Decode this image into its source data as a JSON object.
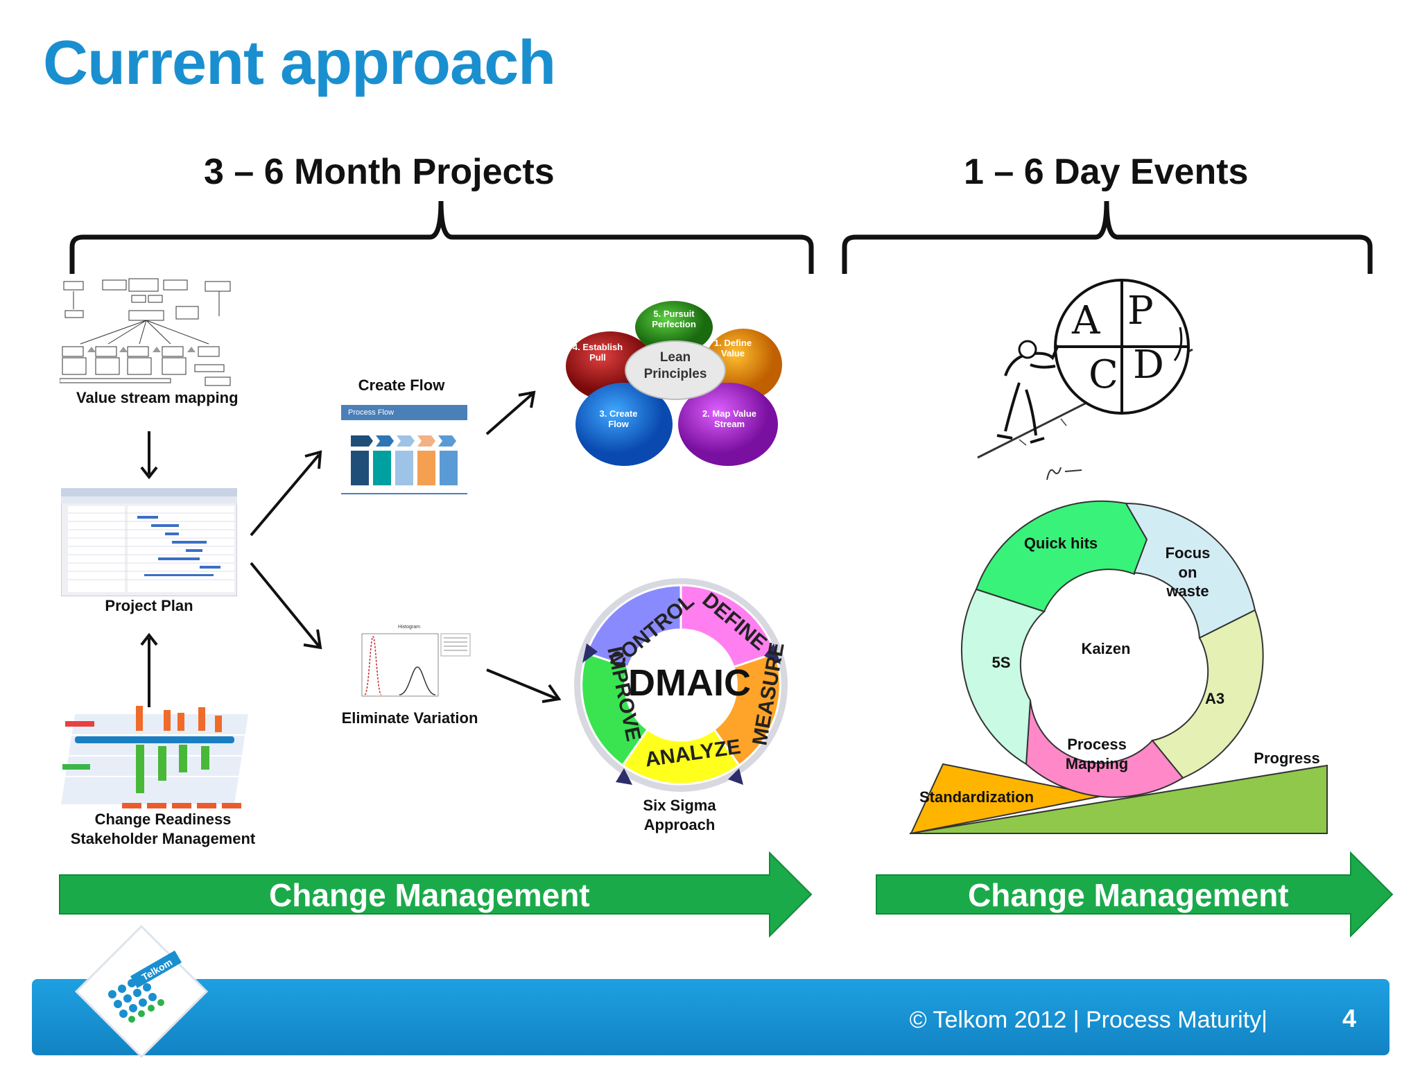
{
  "slide": {
    "title": "Current approach",
    "left_heading": "3 – 6 Month Projects",
    "right_heading": "1 – 6 Day Events"
  },
  "left": {
    "value_stream_label": "Value stream mapping",
    "project_plan_label": "Project Plan",
    "change_readiness_label": "Change Readiness Stakeholder Management",
    "create_flow_label": "Create Flow",
    "process_flow_header": "Process Flow",
    "eliminate_variation_label": "Eliminate Variation",
    "histogram_title": "Histogram",
    "lean": {
      "center": "Lean Principles",
      "pieces": [
        "1. Define Value",
        "2. Map Value Stream",
        "3. Create Flow",
        "4. Establish Pull",
        "5. Pursuit Perfection"
      ]
    },
    "dmaic": {
      "center": "DMAIC",
      "segments": [
        "DEFINE",
        "MEASURE",
        "ANALYZE",
        "IMPROVE",
        "CONTROL"
      ],
      "caption": "Six Sigma Approach"
    },
    "arrow_label": "Change Management"
  },
  "right": {
    "pdca": [
      "A",
      "P",
      "C",
      "D"
    ],
    "kaizen": {
      "center": "Kaizen",
      "segments": [
        "Quick hits",
        "Focus on waste",
        "A3",
        "Process Mapping",
        "5S"
      ]
    },
    "standardization_label": "Standardization",
    "progress_label": "Progress",
    "arrow_label": "Change Management"
  },
  "footer": {
    "text": "©  Telkom 2012  |  Process Maturity|",
    "page_number": "4",
    "logo_text": "Telkom"
  },
  "colors": {
    "title_blue": "#1a8fd0",
    "arrow_green": "#1aaa4a",
    "footer_blue": "#1a93d5"
  }
}
